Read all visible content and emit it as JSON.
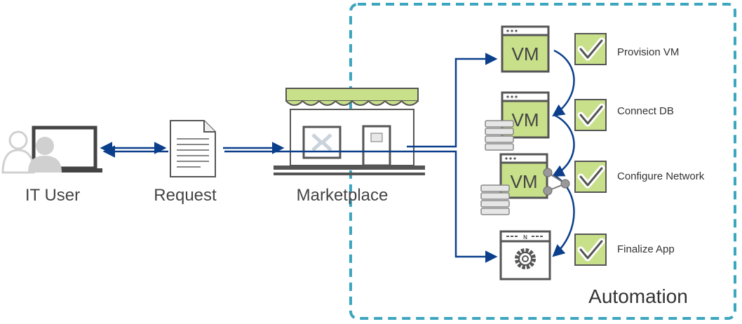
{
  "labels": {
    "it_user": "IT User",
    "request": "Request",
    "marketplace": "Marketplace",
    "automation": "Automation",
    "vm": "VM",
    "app_badge": "N"
  },
  "steps": [
    {
      "label": "Provision VM"
    },
    {
      "label": "Connect DB"
    },
    {
      "label": "Configure Network"
    },
    {
      "label": "Finalize App"
    }
  ],
  "colors": {
    "flow_arrow": "#0b3f8c",
    "automation_border": "#3ca6be",
    "vm_green": "#c8e08a",
    "check_green": "#c8e08a",
    "outline": "#555555",
    "text": "#444444",
    "user_gray": "#d0d0d0"
  }
}
